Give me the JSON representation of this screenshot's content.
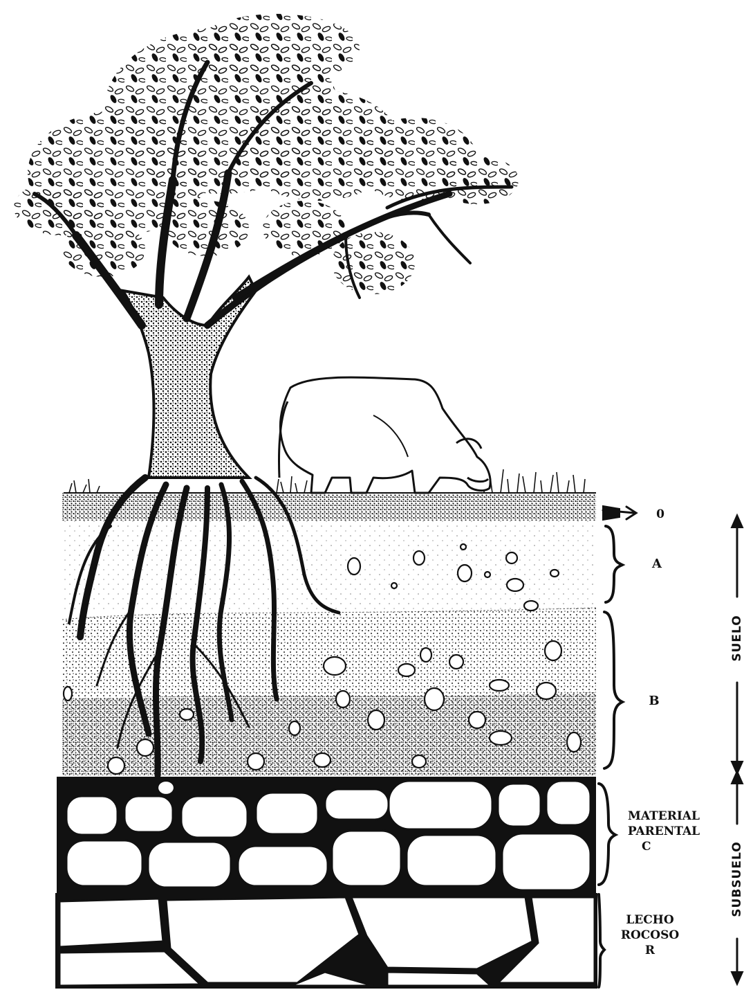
{
  "horizons": {
    "o": "0",
    "a": "A",
    "b": "B",
    "c_line1": "MATERIAL",
    "c_line2": "PARENTAL",
    "c_line3": "C",
    "r_line1": "LECHO",
    "r_line2": "ROCOSO",
    "r_line3": "R"
  },
  "zones": {
    "suelo": "SUELO",
    "subsuelo": "SUBSUELO"
  },
  "colors": {
    "ink": "#111111",
    "paper": "#ffffff"
  }
}
